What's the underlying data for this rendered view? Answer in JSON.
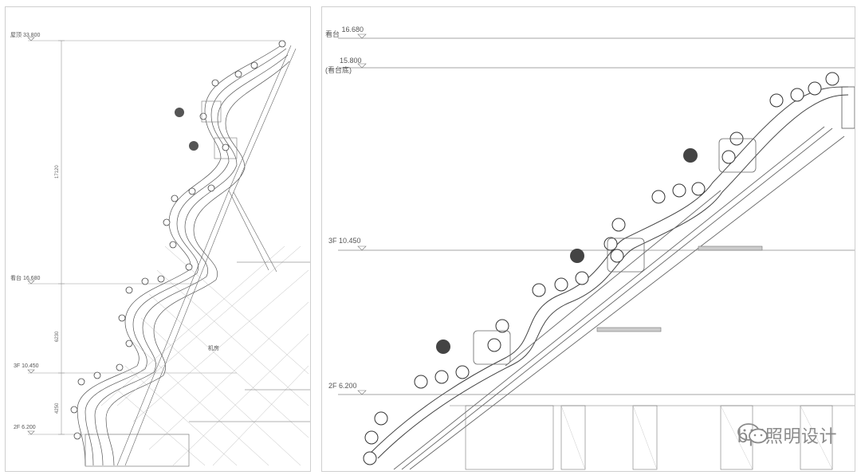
{
  "left_drawing": {
    "levels": [
      {
        "tag": "屋顶",
        "value": "33.800"
      },
      {
        "tag": "看台",
        "value": "16.680"
      },
      {
        "tag": "3F",
        "value": "10.450"
      },
      {
        "tag": "2F",
        "value": "6.200"
      }
    ],
    "dimensions": [
      "17120",
      "6230",
      "4250"
    ],
    "note": "机房"
  },
  "right_drawing": {
    "levels": [
      {
        "tag": "看台",
        "value": "16.680"
      },
      {
        "tag": "(看台底)",
        "value": "15.800"
      },
      {
        "tag": "3F",
        "value": "10.450"
      },
      {
        "tag": "2F",
        "value": "6.200"
      }
    ]
  },
  "watermark": {
    "text": "bpi照明设计",
    "icon": "wechat-icon"
  }
}
